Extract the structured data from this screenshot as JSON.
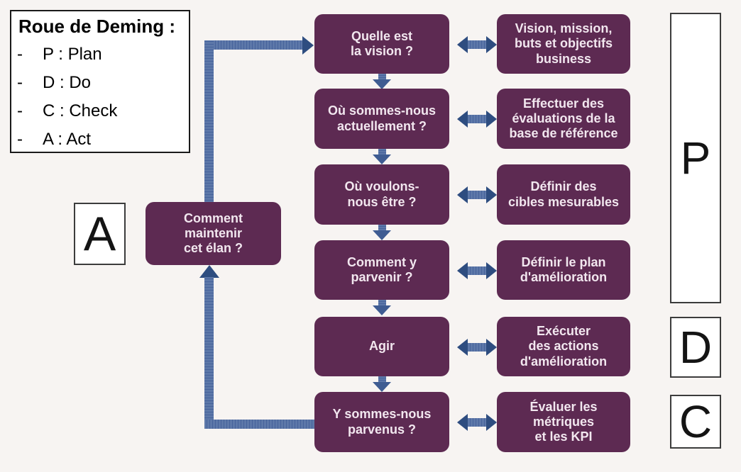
{
  "colors": {
    "bg": "#f7f4f2",
    "purple": "#5d2a52",
    "purple-text": "#f2e7ef",
    "arrow-shaft": "#5d78a9",
    "arrow-shaft-dark": "#46629b",
    "arrow-head": "#2e4d80",
    "arrow-head-down": "#3f5c92",
    "letter-color": "#141414",
    "letter-box-border": "#3c3c3c",
    "legend-border": "#1a1a1a",
    "legend-text": "#000000"
  },
  "legend": {
    "title": "Roue de Deming :",
    "bullet": "-",
    "items": [
      "P : Plan",
      "D : Do",
      "C : Check",
      "A : Act"
    ]
  },
  "act_branch": {
    "letter": "A",
    "node": "Comment\nmaintenir\ncet élan ?"
  },
  "rows": [
    {
      "question": "Quelle est\nla vision ?",
      "action": "Vision, mission,\nbuts et objectifs\nbusiness"
    },
    {
      "question": "Où sommes-nous\nactuellement ?",
      "action": "Effectuer des\névaluations de la\nbase de référence"
    },
    {
      "question": "Où voulons-\nnous être ?",
      "action": "Définir des\ncibles mesurables"
    },
    {
      "question": "Comment y\nparvenir ?",
      "action": "Définir le plan\nd'amélioration"
    },
    {
      "question": "Agir",
      "action": "Exécuter\ndes actions\nd'amélioration"
    },
    {
      "question": "Y sommes-nous\nparvenus ?",
      "action": "Évaluer les\nmétriques\net les KPI"
    }
  ],
  "phases": {
    "plan": "P",
    "do": "D",
    "check": "C"
  }
}
